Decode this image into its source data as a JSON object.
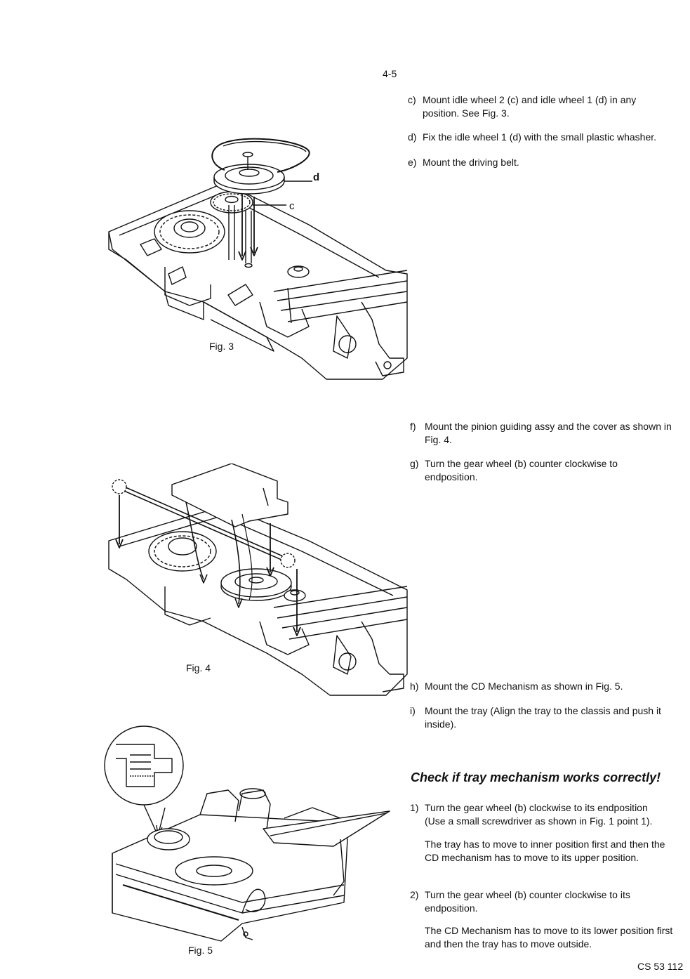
{
  "page_number": "4-5",
  "doc_number": "CS 53 112",
  "steps_1": [
    {
      "label": "c)",
      "text": [
        "Mount idle wheel 2 (c) and idle wheel 1 (d) in any",
        "position. See Fig. 3."
      ]
    },
    {
      "label": "d)",
      "text": [
        "Fix the idle wheel 1 (d) with the small plastic whasher."
      ]
    },
    {
      "label": "e)",
      "text": [
        "Mount the driving belt."
      ]
    }
  ],
  "steps_2": [
    {
      "label": "f)",
      "text": [
        "Mount the pinion guiding assy and the cover as shown in",
        "Fig. 4."
      ]
    },
    {
      "label": "g)",
      "text": [
        "Turn the gear wheel (b) counter clockwise to",
        "endposition."
      ]
    }
  ],
  "steps_3": [
    {
      "label": "h)",
      "text": [
        "Mount the CD Mechanism as shown in Fig. 5."
      ]
    },
    {
      "label": "i)",
      "text": [
        "Mount the tray (Align the tray to the classis and push it",
        "inside)."
      ]
    }
  ],
  "check_heading": "Check if tray mechanism works correctly!",
  "checks": [
    {
      "label": "1)",
      "text": [
        "Turn the gear wheel (b) clockwise to its endposition",
        "(Use a small screwdriver as shown in Fig. 1 point 1)."
      ],
      "note": [
        "The tray has to move to inner position first and then the",
        "CD mechanism has to move to its upper position."
      ]
    },
    {
      "label": "2)",
      "text": [
        "Turn the gear wheel (b) counter clockwise to its",
        "endposition."
      ],
      "note": [
        "The CD Mechanism has to move to its lower position first",
        "and then the tray has to move outside."
      ]
    }
  ],
  "figures": {
    "fig3": {
      "caption": "Fig. 3",
      "callout_d": "d",
      "callout_c": "c"
    },
    "fig4": {
      "caption": "Fig. 4"
    },
    "fig5": {
      "caption": "Fig. 5"
    }
  }
}
